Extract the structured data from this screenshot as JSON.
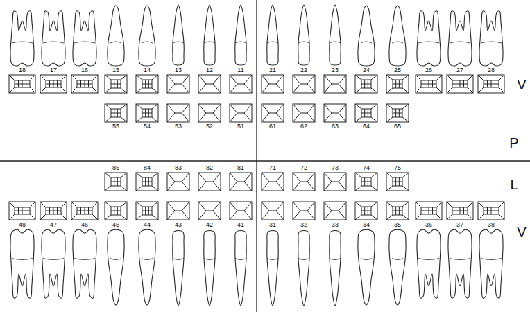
{
  "diagram": {
    "labels": [
      "18",
      "17",
      "16",
      "15",
      "14",
      "13",
      "12",
      "11",
      "21",
      "22",
      "23",
      "24",
      "25",
      "26",
      "27",
      "28",
      "V",
      "55",
      "54",
      "53",
      "52",
      "51",
      "61",
      "62",
      "63",
      "64",
      "65",
      "P",
      "85",
      "84",
      "83",
      "82",
      "81",
      "71",
      "72",
      "73",
      "74",
      "75",
      "L",
      "48",
      "47",
      "46",
      "45",
      "44",
      "43",
      "42",
      "41",
      "31",
      "32",
      "33",
      "34",
      "35",
      "36",
      "37",
      "38",
      "V"
    ]
  }
}
